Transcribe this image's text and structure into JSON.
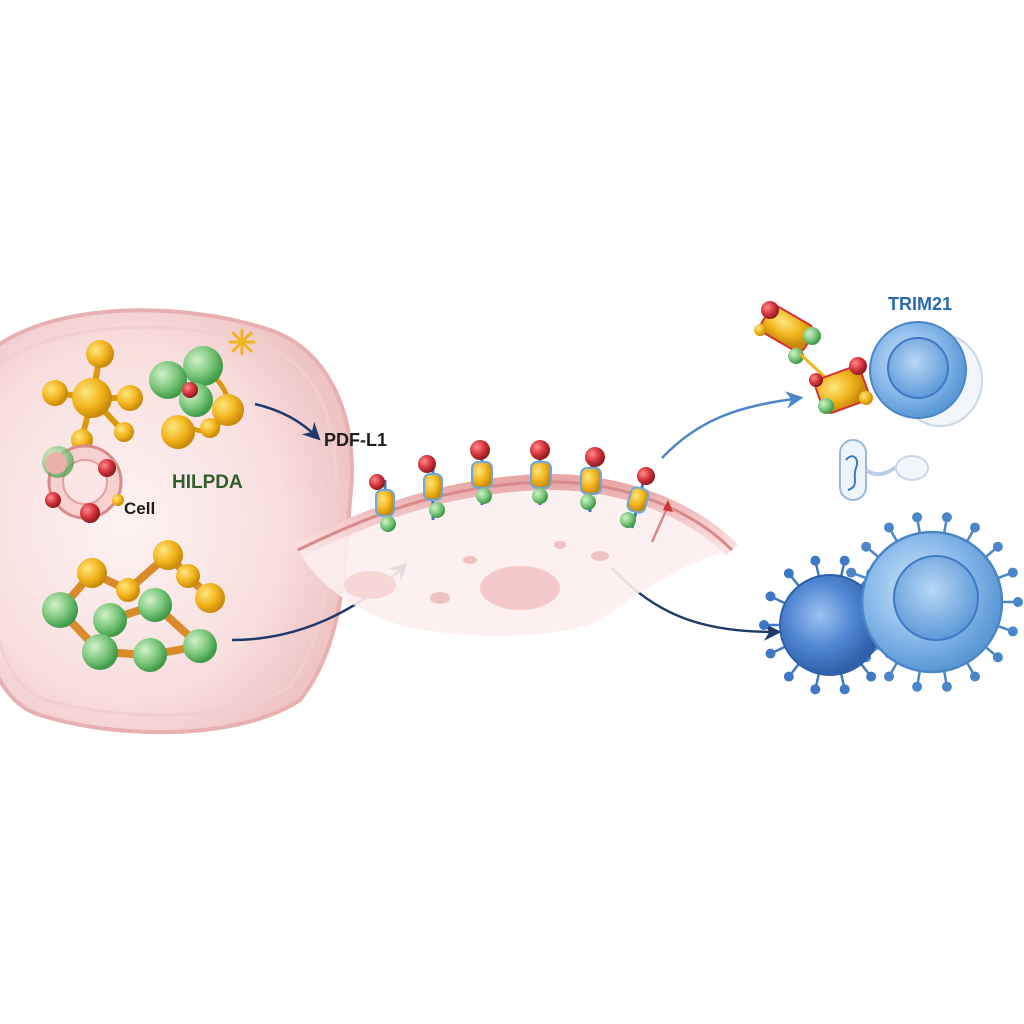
{
  "labels": {
    "hilpda": "HILPDA",
    "cell": "Cell",
    "pdl1": "PDF-L1",
    "trim21": "TRIM21"
  },
  "colors": {
    "text_dark": "#1d1d1b",
    "text_green": "#2e5f2a",
    "text_blue": "#2a6bb0",
    "arrow_navy": "#1f3a6b",
    "arrow_blue": "#4a86c8",
    "cell_pink": "#f3c8c8",
    "membrane_pink": "#d98b8b",
    "molecule_yellow": "#f2b51d",
    "molecule_green": "#7bc67b",
    "molecule_red": "#d2323a",
    "immune_blue_light": "#6fa8dc",
    "immune_blue_dark": "#3f78c4"
  },
  "icons": {
    "arrow": "curved-arrow-icon",
    "molecule": "molecule-cluster-icon",
    "receptor": "receptor-protein-icon",
    "immune_cell": "immune-cell-icon"
  }
}
